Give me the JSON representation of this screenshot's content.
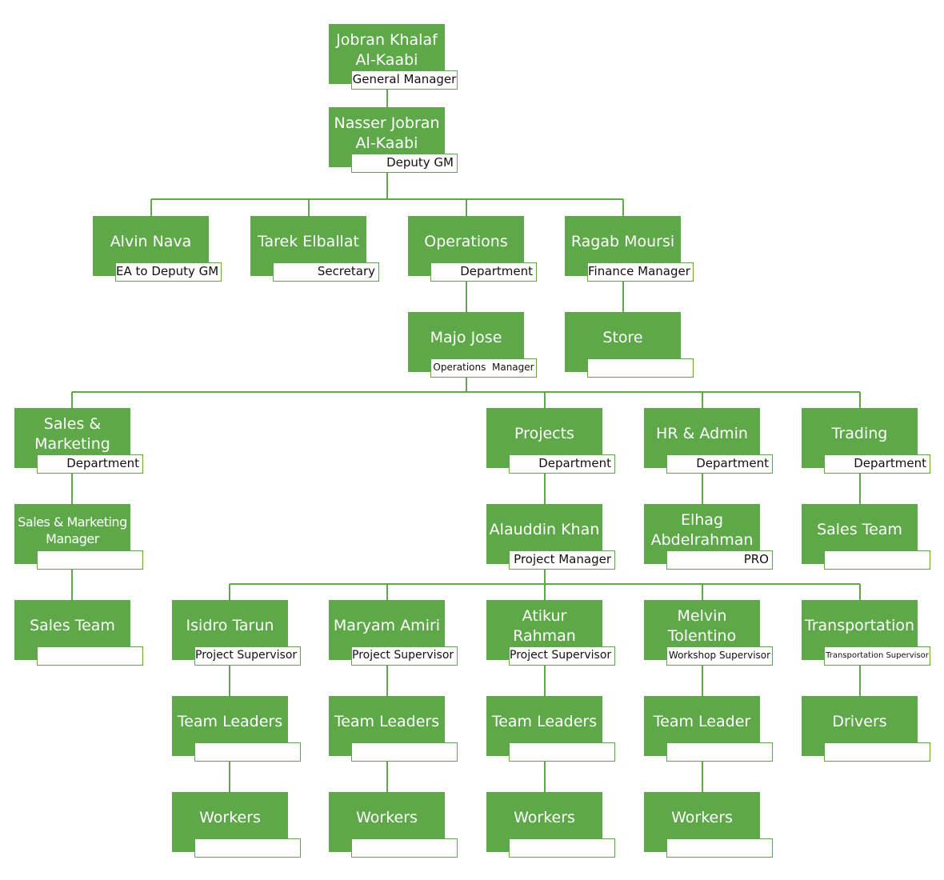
{
  "colors": {
    "box": "#5fa84a",
    "line": "#5fa84a",
    "label_border": "#5fa84a"
  },
  "nodes": {
    "gm": {
      "name": "Jobran Khalaf\nAl-Kaabi",
      "role": "General Manager"
    },
    "dgm": {
      "name": "Nasser Jobran\nAl-Kaabi",
      "role": "Deputy GM"
    },
    "alvin": {
      "name": "Alvin Nava",
      "role": "EA to Deputy GM"
    },
    "tarek": {
      "name": "Tarek Elballat",
      "role": "Secretary"
    },
    "ops": {
      "name": "Operations",
      "role": "Department"
    },
    "ragab": {
      "name": "Ragab Moursi",
      "role": "Finance Manager"
    },
    "majo": {
      "name": "Majo Jose",
      "role": "Operations  Manager"
    },
    "store": {
      "name": "Store",
      "role": ""
    },
    "sales": {
      "name": "Sales &\nMarketing",
      "role": "Department"
    },
    "projects": {
      "name": "Projects",
      "role": "Department"
    },
    "hr": {
      "name": "HR & Admin",
      "role": "Department"
    },
    "trading": {
      "name": "Trading",
      "role": "Department"
    },
    "smm": {
      "name": "Sales & Marketing\nManager",
      "role": ""
    },
    "alauddin": {
      "name": "Alauddin Khan",
      "role": "Project Manager"
    },
    "elhag": {
      "name": "Elhag\nAbdelrahman",
      "role": "PRO"
    },
    "tsales": {
      "name": "Sales Team",
      "role": ""
    },
    "ssales": {
      "name": "Sales Team",
      "role": ""
    },
    "isidro": {
      "name": "Isidro Tarun",
      "role": "Project Supervisor"
    },
    "maryam": {
      "name": "Maryam Amiri",
      "role": "Project Supervisor"
    },
    "atikur": {
      "name": "Atikur Rahman",
      "role": "Project Supervisor"
    },
    "melvin": {
      "name": "Melvin\nTolentino",
      "role": "Workshop Supervisor"
    },
    "transp": {
      "name": "Transportation",
      "role": "Transportation Supervisor"
    },
    "tl1": {
      "name": "Team Leaders",
      "role": ""
    },
    "tl2": {
      "name": "Team Leaders",
      "role": ""
    },
    "tl3": {
      "name": "Team Leaders",
      "role": ""
    },
    "tl4": {
      "name": "Team Leader",
      "role": ""
    },
    "drivers": {
      "name": "Drivers",
      "role": ""
    },
    "w1": {
      "name": "Workers",
      "role": ""
    },
    "w2": {
      "name": "Workers",
      "role": ""
    },
    "w3": {
      "name": "Workers",
      "role": ""
    },
    "w4": {
      "name": "Workers",
      "role": ""
    }
  }
}
